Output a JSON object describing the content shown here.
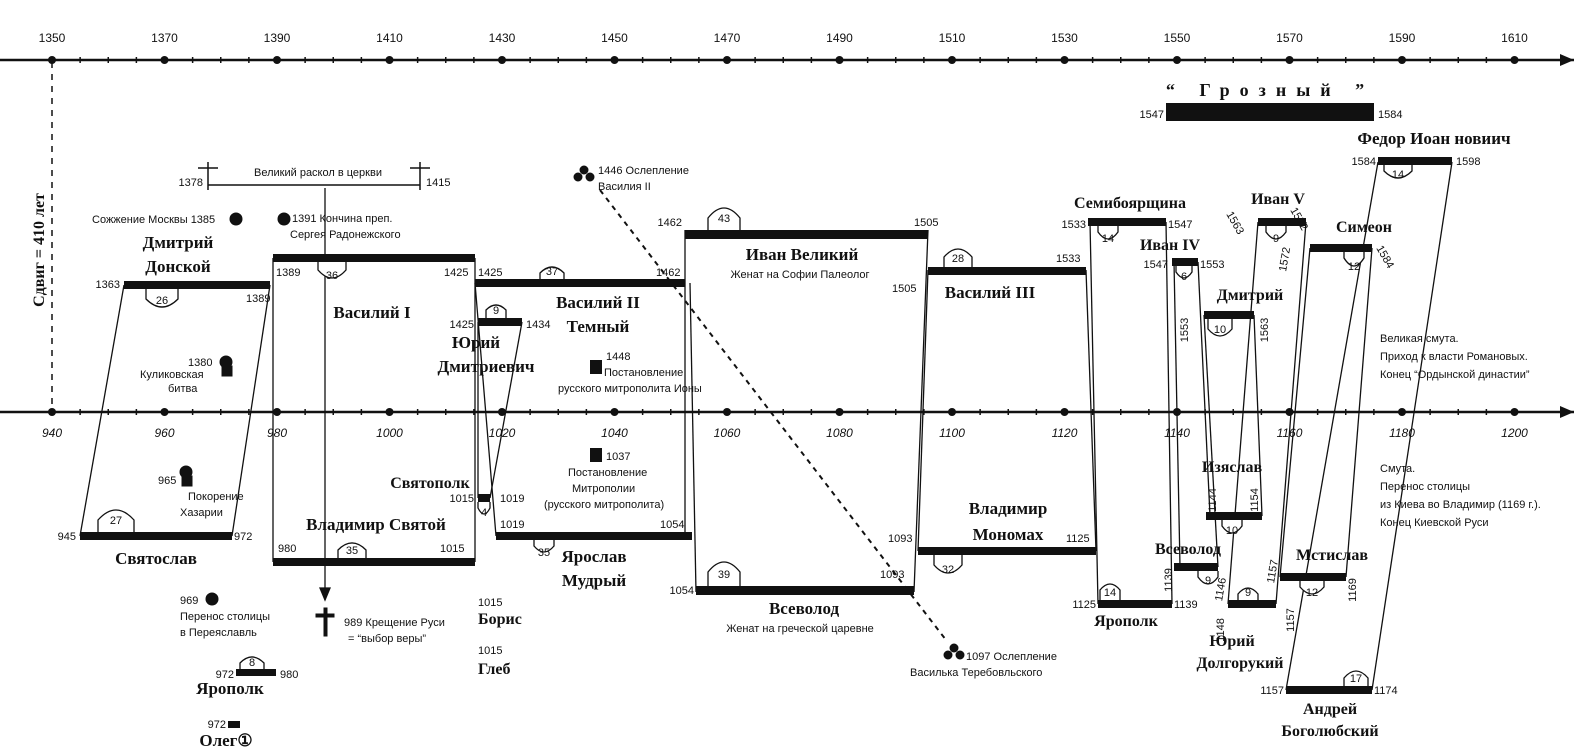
{
  "axis_top": {
    "ticks": [
      "1350",
      "1370",
      "1390",
      "1410",
      "1430",
      "1450",
      "1470",
      "1490",
      "1510",
      "1530",
      "1550",
      "1570",
      "1590",
      "1610"
    ]
  },
  "axis_bottom": {
    "ticks": [
      "940",
      "960",
      "980",
      "1000",
      "1020",
      "1040",
      "1060",
      "1080",
      "1100",
      "1120",
      "1140",
      "1160",
      "1180",
      "1200"
    ]
  },
  "shift_label": "Сдвиг = 410 лет",
  "rulers": [
    {
      "id": "dmitry",
      "name": [
        "Дмитрий",
        "Донской"
      ],
      "start": "1363",
      "end": "1389",
      "dur": "26"
    },
    {
      "id": "vasily1",
      "name": [
        "Василий I"
      ],
      "start": "1389",
      "end": "1425",
      "dur": "36"
    },
    {
      "id": "vasily2",
      "name": [
        "Василий II",
        "Темный"
      ],
      "start": "1425",
      "end": "1462",
      "dur": "37"
    },
    {
      "id": "yury",
      "name": [
        "Юрий",
        "Дмитриевич"
      ],
      "start": "1425",
      "end": "1434",
      "dur": "9"
    },
    {
      "id": "ivan3",
      "name": [
        "Иван Великий"
      ],
      "sub": "Женат на Софии Палеолог",
      "start": "1462",
      "end": "1505",
      "dur": "43"
    },
    {
      "id": "vasily3",
      "name": [
        "Василий III"
      ],
      "start": "1505",
      "end": "1533",
      "dur": "28"
    },
    {
      "id": "boyars",
      "name": [
        "Семибоярщина"
      ],
      "start": "1533",
      "end": "1547",
      "dur": "14"
    },
    {
      "id": "ivan4",
      "name": [
        "Иван IV"
      ],
      "start": "1547",
      "end": "1553",
      "dur": "6"
    },
    {
      "id": "dmitry2",
      "name": [
        "Дмитрий"
      ],
      "start": "1553",
      "end": "1563",
      "dur": "10"
    },
    {
      "id": "ivan5",
      "name": [
        "Иван V"
      ],
      "start": "1563",
      "end": "1572",
      "dur": "9"
    },
    {
      "id": "simeon",
      "name": [
        "Симеон"
      ],
      "start": "1572",
      "end": "1584",
      "dur": "12"
    },
    {
      "id": "fedor",
      "name": [
        "Федор Иоан новиич"
      ],
      "start": "1584",
      "end": "1598",
      "dur": "14"
    },
    {
      "id": "grozny",
      "name": [
        "“ Грозный ”"
      ],
      "start": "1547",
      "end": "1584"
    },
    {
      "id": "svyatoslav",
      "name": [
        "Святослав"
      ],
      "start": "945",
      "end": "972",
      "dur": "27"
    },
    {
      "id": "vladimir",
      "name": [
        "Владимир Святой"
      ],
      "start": "980",
      "end": "1015",
      "dur": "35"
    },
    {
      "id": "svyatopolk",
      "name": [
        "Святополк"
      ],
      "start": "1015",
      "end": "1019",
      "dur": "4"
    },
    {
      "id": "yaroslav",
      "name": [
        "Ярослав",
        "Мудрый"
      ],
      "start": "1019",
      "end": "1054",
      "dur": "35"
    },
    {
      "id": "vsevolod",
      "name": [
        "Всеволод"
      ],
      "sub": "Женат на греческой царевне",
      "start": "1054",
      "end": "1093",
      "dur": "39"
    },
    {
      "id": "monomakh",
      "name": [
        "Владимир",
        "Мономах"
      ],
      "start": "1093",
      "end": "1125",
      "dur": "32"
    },
    {
      "id": "yaropolk2",
      "name": [
        "Ярополк"
      ],
      "start": "1125",
      "end": "1139",
      "dur": "14"
    },
    {
      "id": "vsevolod2",
      "name": [
        "Всеволод"
      ],
      "start": "1139",
      "end": "1146",
      "dur": "9"
    },
    {
      "id": "izyaslav",
      "name": [
        "Изяслав"
      ],
      "start": "1144",
      "end": "1154",
      "dur": "10"
    },
    {
      "id": "yury2",
      "name": [
        "Юрий",
        "Долгорукий"
      ],
      "start": "1148",
      "end": "1157",
      "dur": "9"
    },
    {
      "id": "mstislav",
      "name": [
        "Мстислав"
      ],
      "start": "1157",
      "end": "1169",
      "dur": "12"
    },
    {
      "id": "andrey",
      "name": [
        "Андрей",
        "Боголюбский"
      ],
      "start": "1157",
      "end": "1174",
      "dur": "17"
    },
    {
      "id": "yaropolk1",
      "name": [
        "Ярополк"
      ],
      "start": "972",
      "end": "980",
      "dur": "8"
    },
    {
      "id": "oleg",
      "name": [
        "Олег①"
      ],
      "start": "972"
    }
  ],
  "events": {
    "raskol": "Великий раскол в церкви",
    "raskol_start": "1378",
    "raskol_end": "1415",
    "moscow_burn": "Сожжение Москвы 1385",
    "sergiy": [
      "1391 Кончина преп.",
      "Сергея Радонежского"
    ],
    "oslep_vasily": [
      "1446 Ослепление",
      "Василия II"
    ],
    "kulikovo": [
      "1380",
      "Куликовская",
      "битва"
    ],
    "metropolit": [
      "1448",
      "Постановление",
      "русского митрополита Ионы"
    ],
    "khazar": [
      "965",
      "Покорение",
      "Хазарии"
    ],
    "metropolia": [
      "1037",
      "Постановление",
      "Митрополии",
      "(русского митрополита)"
    ],
    "pereyaslavl": [
      "969",
      "Перенос столицы",
      "в Переяславль"
    ],
    "kreshchenie": [
      "989 Крещение Руси",
      "= “выбор веры”"
    ],
    "boris": [
      "1015",
      "Борис"
    ],
    "gleb": [
      "1015",
      "Глеб"
    ],
    "oslep_vasilko": [
      "1097 Ослепление",
      "Василька Теребовльского"
    ],
    "smuta1": [
      "Великая смута.",
      "Приход к власти Романовых.",
      "Конец “Ордынской династии”"
    ],
    "smuta2": [
      "Смута.",
      "Перенос столицы",
      "из Киева во Владимир (1169 г.).",
      "Конец Киевской Руси"
    ]
  },
  "side_years": {
    "y1553a": "1553",
    "y1563a": "1563",
    "y1563b": "1563",
    "y1572": "1572",
    "y1572b": "1572",
    "y1584": "1584",
    "y1144": "1144",
    "y1154": "1154",
    "y1139": "1139",
    "y1146": "1146",
    "y1148": "1148",
    "y1157": "1157",
    "y1157b": "1157",
    "y1169": "1169"
  }
}
